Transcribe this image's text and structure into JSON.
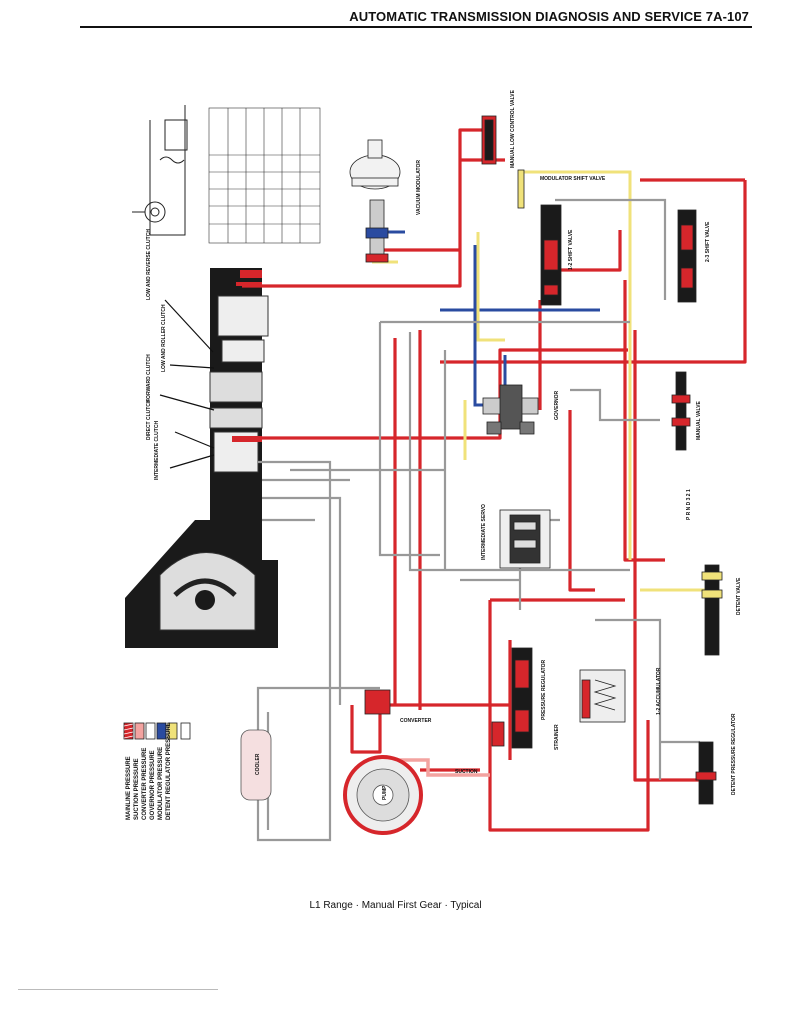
{
  "header": {
    "title": "AUTOMATIC TRANSMISSION DIAGNOSIS AND SERVICE 7A-107"
  },
  "caption": "L1 Range · Manual First Gear · Typical",
  "legend": {
    "items": [
      {
        "label": "MAINLINE PRESSURE",
        "color": "#d6262b"
      },
      {
        "label": "SUCTION PRESSURE",
        "color": "#f3a3a0"
      },
      {
        "label": "CONVERTER PRESSURE",
        "color": "#ffffff"
      },
      {
        "label": "GOVERNOR PRESSURE",
        "color": "#2a4ba0"
      },
      {
        "label": "MODULATOR PRESSURE",
        "color": "#f0e27a"
      },
      {
        "label": "DETENT REGULATOR PRESSURE",
        "color": "#ffffff"
      }
    ]
  },
  "components": {
    "low_reverse_clutch": "LOW AND REVERSE CLUTCH",
    "low_roller_clutch": "LOW AND ROLLER CLUTCH",
    "forward_clutch": "FORWARD CLUTCH",
    "direct_clutch": "DIRECT CLUTCH",
    "intermediate_clutch": "INTERMEDIATE CLUTCH",
    "vacuum_modulator": "VACUUM MODULATOR",
    "manual_low_control_valve": "MANUAL LOW CONTROL VALVE",
    "modulator_shift_valve": "MODULATOR SHIFT VALVE",
    "shift_valve_12": "1-2 SHIFT VALVE",
    "shift_valve_23": "2-3 SHIFT VALVE",
    "governor": "GOVERNOR",
    "manual_valve": "MANUAL VALVE",
    "detent_valve": "DETENT VALVE",
    "pressure_regulator": "PRESSURE REGULATOR",
    "accumulator_12": "1-2 ACCUMULATOR",
    "detent_pressure_regulator": "DETENT PRESSURE REGULATOR",
    "cooler": "COOLER",
    "pump": "PUMP",
    "strainer": "STRAINER",
    "intermediate_servo": "INTERMEDIATE SERVO",
    "converter": "CONVERTER",
    "suction": "SUCTION",
    "manual_positions": "P R N D 3 2 1"
  }
}
